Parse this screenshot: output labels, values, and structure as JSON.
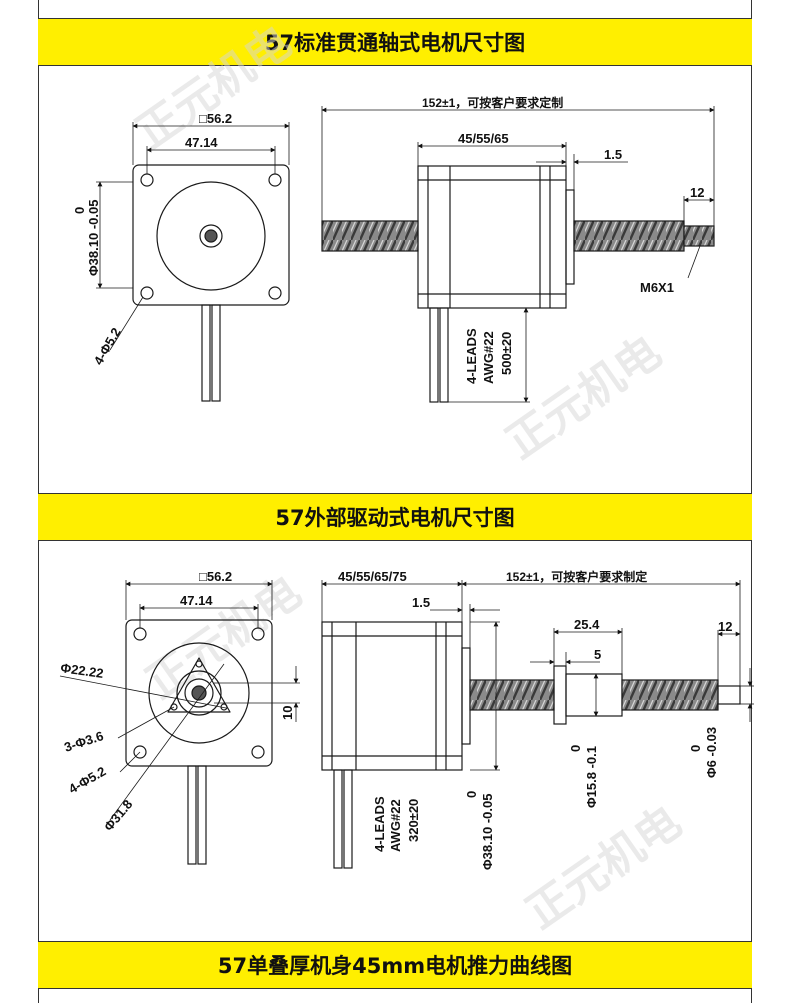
{
  "banners": {
    "top": "57标准贯通轴式电机尺寸图",
    "middle": "57外部驱动式电机尺寸图",
    "bottom": "57单叠厚机身45mm电机推力曲线图"
  },
  "watermark": "正元机电",
  "colors": {
    "banner": "#ffef00",
    "line": "#1a1a1a",
    "watermark": "#d0d0d0"
  },
  "drawing1": {
    "square": "□56.2",
    "hole_pitch": "47.14",
    "boss_dia": "0",
    "boss_dia2": "Φ38.10 -0.05",
    "mount_holes": "4-Φ5.2",
    "total_length": "152±1，可按客户要求定制",
    "body_length": "45/55/65",
    "flange": "1.5",
    "thread_len": "12",
    "thread": "M6X1",
    "leads": "4-LEADS",
    "awg": "AWG#22",
    "lead_len": "500±20"
  },
  "drawing2": {
    "square": "□56.2",
    "hole_pitch": "47.14",
    "pcd_a": "Φ22.22",
    "nut_holes": "3-Φ3.6",
    "mount_holes": "4-Φ5.2",
    "bolt_circle": "Φ31.8",
    "nut_thk": "10",
    "body_length": "45/55/65/75",
    "total_length": "152±1，可按客户要求制定",
    "flange": "1.5",
    "nut_len": "25.4",
    "nut_flange": "5",
    "thread_len": "12",
    "boss_dia": "0",
    "boss_dia2": "Φ38.10 -0.05",
    "nut_dia": "0",
    "nut_dia2": "Φ15.8 -0.1",
    "shaft_dia": "0",
    "shaft_dia2": "Φ6 -0.03",
    "leads": "4-LEADS",
    "awg": "AWG#22",
    "lead_len": "320±20"
  }
}
